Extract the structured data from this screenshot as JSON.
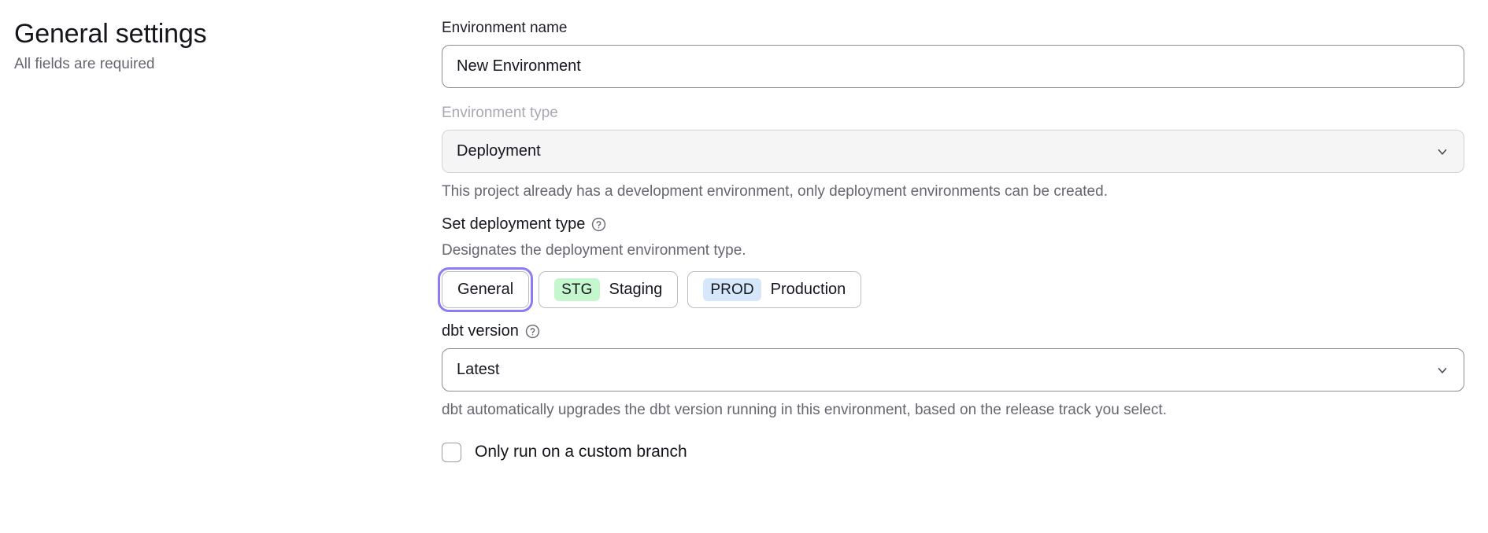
{
  "header": {
    "title": "General settings",
    "subtitle": "All fields are required"
  },
  "form": {
    "environment_name": {
      "label": "Environment name",
      "value": "New Environment",
      "placeholder": "New Environment"
    },
    "environment_type": {
      "label": "Environment type",
      "value": "Deployment",
      "disabled": true,
      "chevron_icon": "chevron-down-icon",
      "helper": "This project already has a development environment, only deployment environments can be created."
    },
    "deployment_type": {
      "heading": "Set deployment type",
      "help_icon": "help-circle-icon",
      "description": "Designates the deployment environment type.",
      "options": [
        {
          "label": "General",
          "badge": "",
          "badge_color": "",
          "selected": true
        },
        {
          "label": "Staging",
          "badge": "STG",
          "badge_color": "#c4f7cd",
          "selected": false
        },
        {
          "label": "Production",
          "badge": "PROD",
          "badge_color": "#d6e7fb",
          "selected": false
        }
      ],
      "focus_ring_color": "#8b7cf6"
    },
    "dbt_version": {
      "label": "dbt version",
      "help_icon": "help-circle-icon",
      "value": "Latest",
      "chevron_icon": "chevron-down-icon",
      "helper": "dbt automatically upgrades the dbt version running in this environment, based on the release track you select."
    },
    "custom_branch": {
      "label": "Only run on a custom branch",
      "checked": false
    }
  }
}
